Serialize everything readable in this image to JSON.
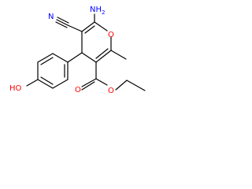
{
  "molecule": {
    "atoms": {
      "n_label": "N",
      "nh2_n": "NH",
      "nh2_sub": "2",
      "o_ring": "O",
      "o_carbonyl": "O",
      "o_ester": "O",
      "ho_label": "HO"
    },
    "colors": {
      "bond": "#000000",
      "nitrogen": "#0000ff",
      "oxygen": "#ff0000"
    }
  }
}
